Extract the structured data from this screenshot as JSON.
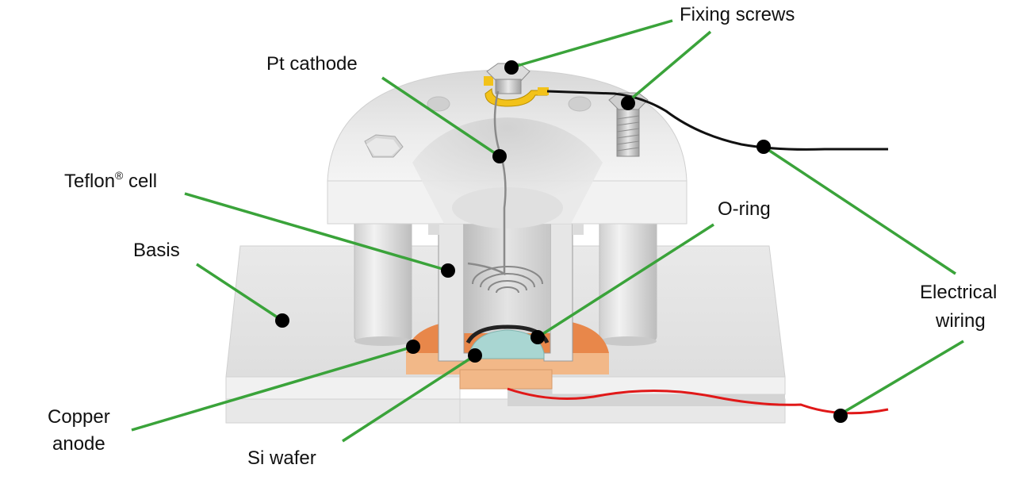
{
  "labels": {
    "fixing_screws": "Fixing screws",
    "pt_cathode": "Pt cathode",
    "teflon": "Teflon",
    "teflon_mark": "®",
    "teflon_suffix": " cell",
    "o_ring": "O-ring",
    "basis": "Basis",
    "electrical_line1": "Electrical",
    "electrical_line2": "wiring",
    "copper_line1": "Copper",
    "copper_line2": "anode",
    "si_wafer": "Si wafer"
  },
  "colors": {
    "leader_line": "#3aa33a",
    "marker": "#000000",
    "copper": "#e8874a",
    "copper_light": "#f2b888",
    "teflon": "#e6e6e6",
    "wafer": "#a9d6d2",
    "red_wire": "#e01818",
    "black_wire": "#111111",
    "clamp": "#f2c21a"
  }
}
